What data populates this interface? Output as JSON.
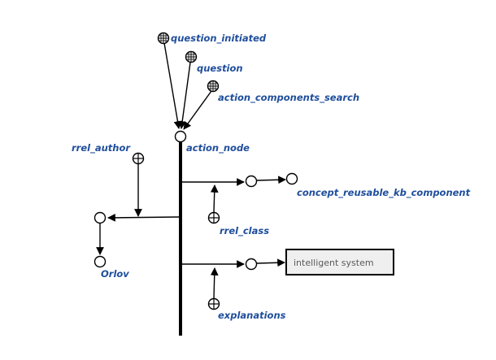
{
  "labels": {
    "question_initiated": "question_initiated",
    "question": "question",
    "action_components_search": "action_components_search",
    "action_node": "action_node",
    "rrel_author": "rrel_author",
    "concept_reusable_kb_component": "concept_reusable_kb_component",
    "rrel_class": "rrel_class",
    "orlov": "Orlov",
    "explanations": "explanations",
    "intelligent_system": "intelligent system"
  },
  "colors": {
    "label": "#1f4e9c",
    "line": "#000000"
  }
}
